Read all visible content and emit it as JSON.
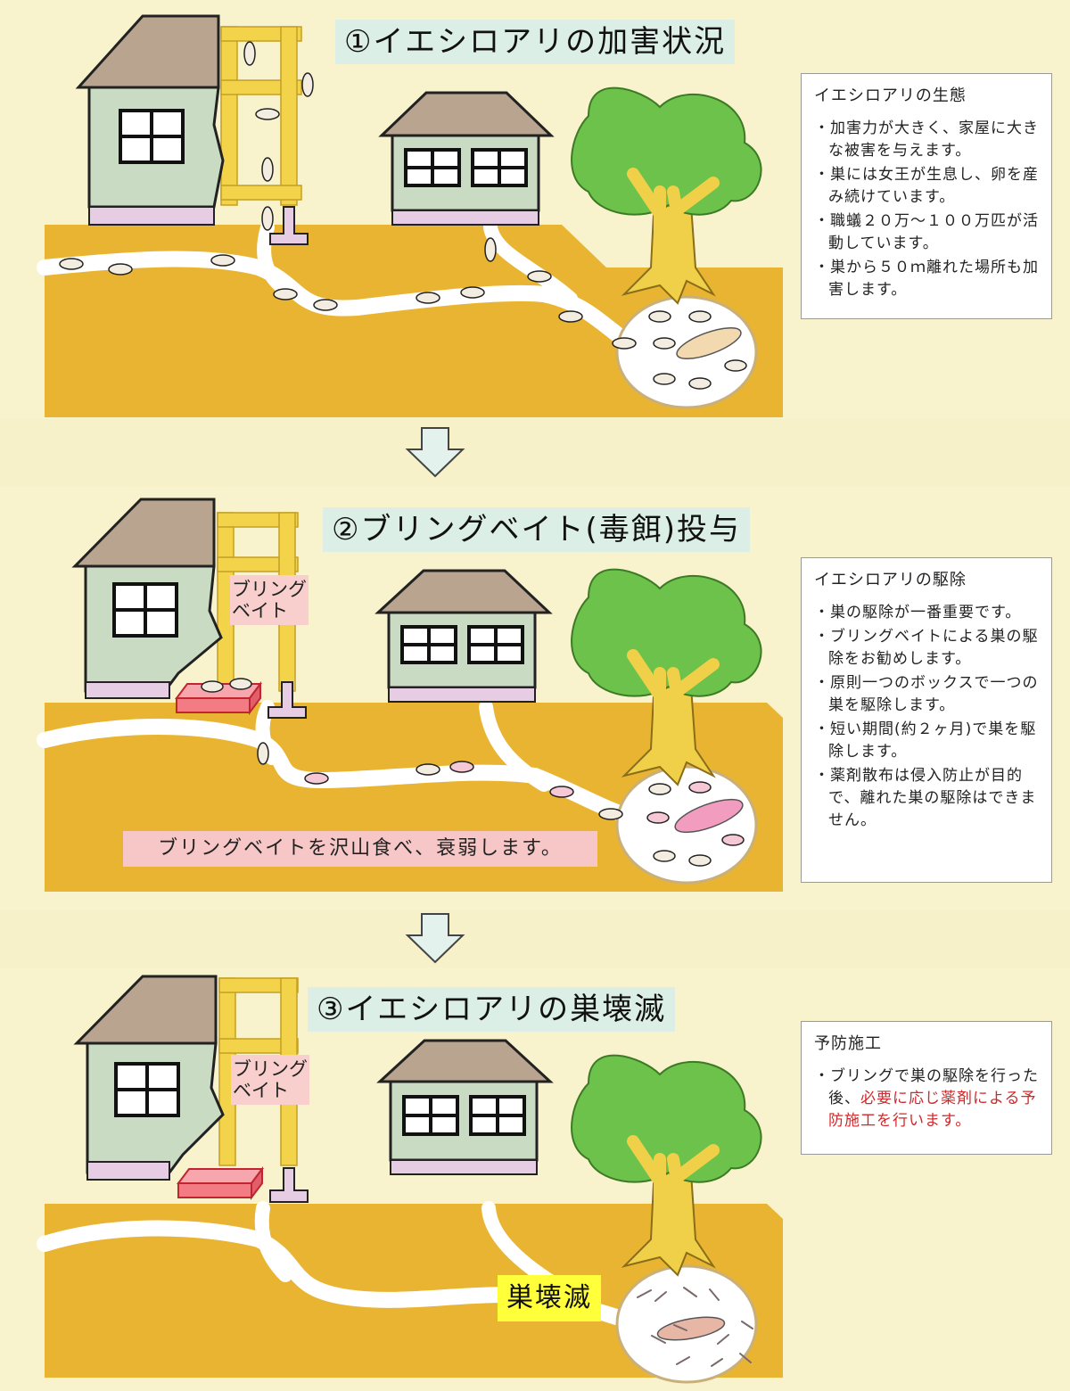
{
  "panels": [
    {
      "title": "①イエシロアリの加害状況",
      "info": {
        "heading": "イエシロアリの生態",
        "items": [
          "・加害力が大きく、家屋に大きな被害を与えます。",
          "・巣には女王が生息し、卵を産み続けています。",
          "・職蟻２０万～１００万匹が活動しています。",
          "・巣から５０ｍ離れた場所も加害します。"
        ]
      }
    },
    {
      "title": "②ブリングベイト(毒餌)投与",
      "bait_label_lines": [
        "ブリング",
        "ベイト"
      ],
      "caption": "ブリングベイトを沢山食べ、衰弱します。",
      "info": {
        "heading": "イエシロアリの駆除",
        "items": [
          "・巣の駆除が一番重要です。",
          "・ブリングベイトによる巣の駆除をお勧めします。",
          "・原則一つのボックスで一つの巣を駆除します。",
          "・短い期間(約２ヶ月)で巣を駆除します。",
          "・薬剤散布は侵入防止が目的で、離れた巣の駆除はできません。"
        ]
      }
    },
    {
      "title": "③イエシロアリの巣壊滅",
      "bait_label_lines": [
        "ブリング",
        "ベイト"
      ],
      "caption": "巣壊滅",
      "info": {
        "heading": "予防施工",
        "item_prefix": "・ブリングで巣の駆除を行った後、",
        "item_highlight": "必要に応じ薬剤による予防施工を行います。"
      }
    }
  ],
  "colors": {
    "ground": "#e8b432",
    "ground_top": "#f1cb55",
    "tunnel": "#ffffff",
    "wall": "#c9dcc3",
    "roof": "#b9a58f",
    "foundation": "#e6cde3",
    "tree": "#6cc24a",
    "trunk": "#f0d048",
    "bait_box": "#f27b84",
    "highlight_red": "#d0282b"
  }
}
